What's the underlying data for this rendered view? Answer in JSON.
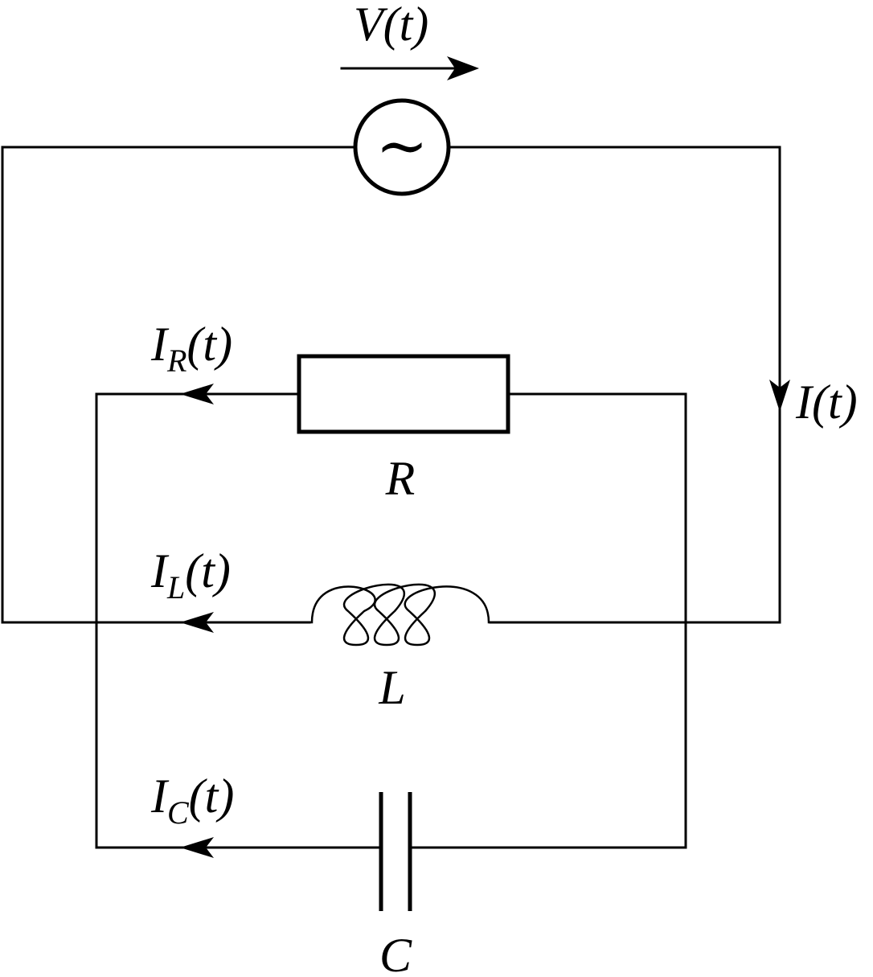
{
  "source": {
    "symbol": "~"
  },
  "labels": {
    "voltage": "V(t)",
    "total_current": "I(t)",
    "resistor": "R",
    "inductor": "L",
    "capacitor": "C"
  },
  "branch_currents": {
    "resistor": {
      "main": "I",
      "subscript": "R",
      "suffix": "(t)"
    },
    "inductor": {
      "main": "I",
      "subscript": "L",
      "suffix": "(t)"
    },
    "capacitor": {
      "main": "I",
      "subscript": "C",
      "suffix": "(t)"
    }
  }
}
